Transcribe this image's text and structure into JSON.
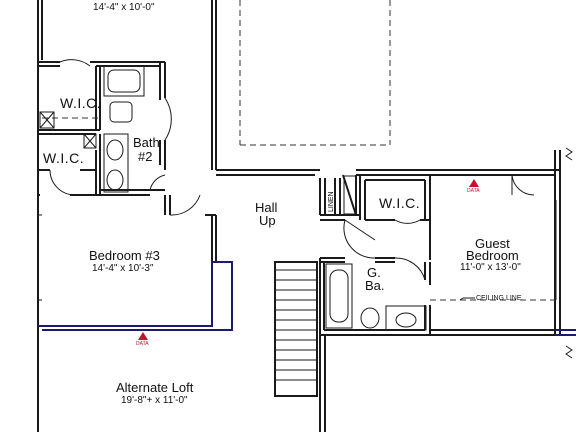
{
  "rooms": {
    "top_dim": "14'-4\" x 10'-0\"",
    "wic1": "W.I.C.",
    "wic2": "W.I.C.",
    "wic3": "W.I.C.",
    "bath2_line1": "Bath",
    "bath2_line2": "#2",
    "hall_line1": "Hall",
    "hall_line2": "Up",
    "linen": "LINEN",
    "bedroom3_name": "Bedroom #3",
    "bedroom3_dim": "14'-4\" x 10'-3\"",
    "guest_line1": "Guest",
    "guest_line2": "Bedroom",
    "guest_dim": "11'-0\" x 13'-0\"",
    "gba_line1": "G.",
    "gba_line2": "Ba.",
    "ceiling_line": "CEILING LINE",
    "loft_name": "Alternate Loft",
    "loft_dim": "19'-8\"+ x 11'-0\""
  },
  "markers": {
    "data_label_1": "DATA",
    "data_label_2": "DATA"
  },
  "colors": {
    "wall": "#1a1a1a",
    "highlight_wall": "#1a1a6e",
    "data_marker": "#c8102e"
  }
}
